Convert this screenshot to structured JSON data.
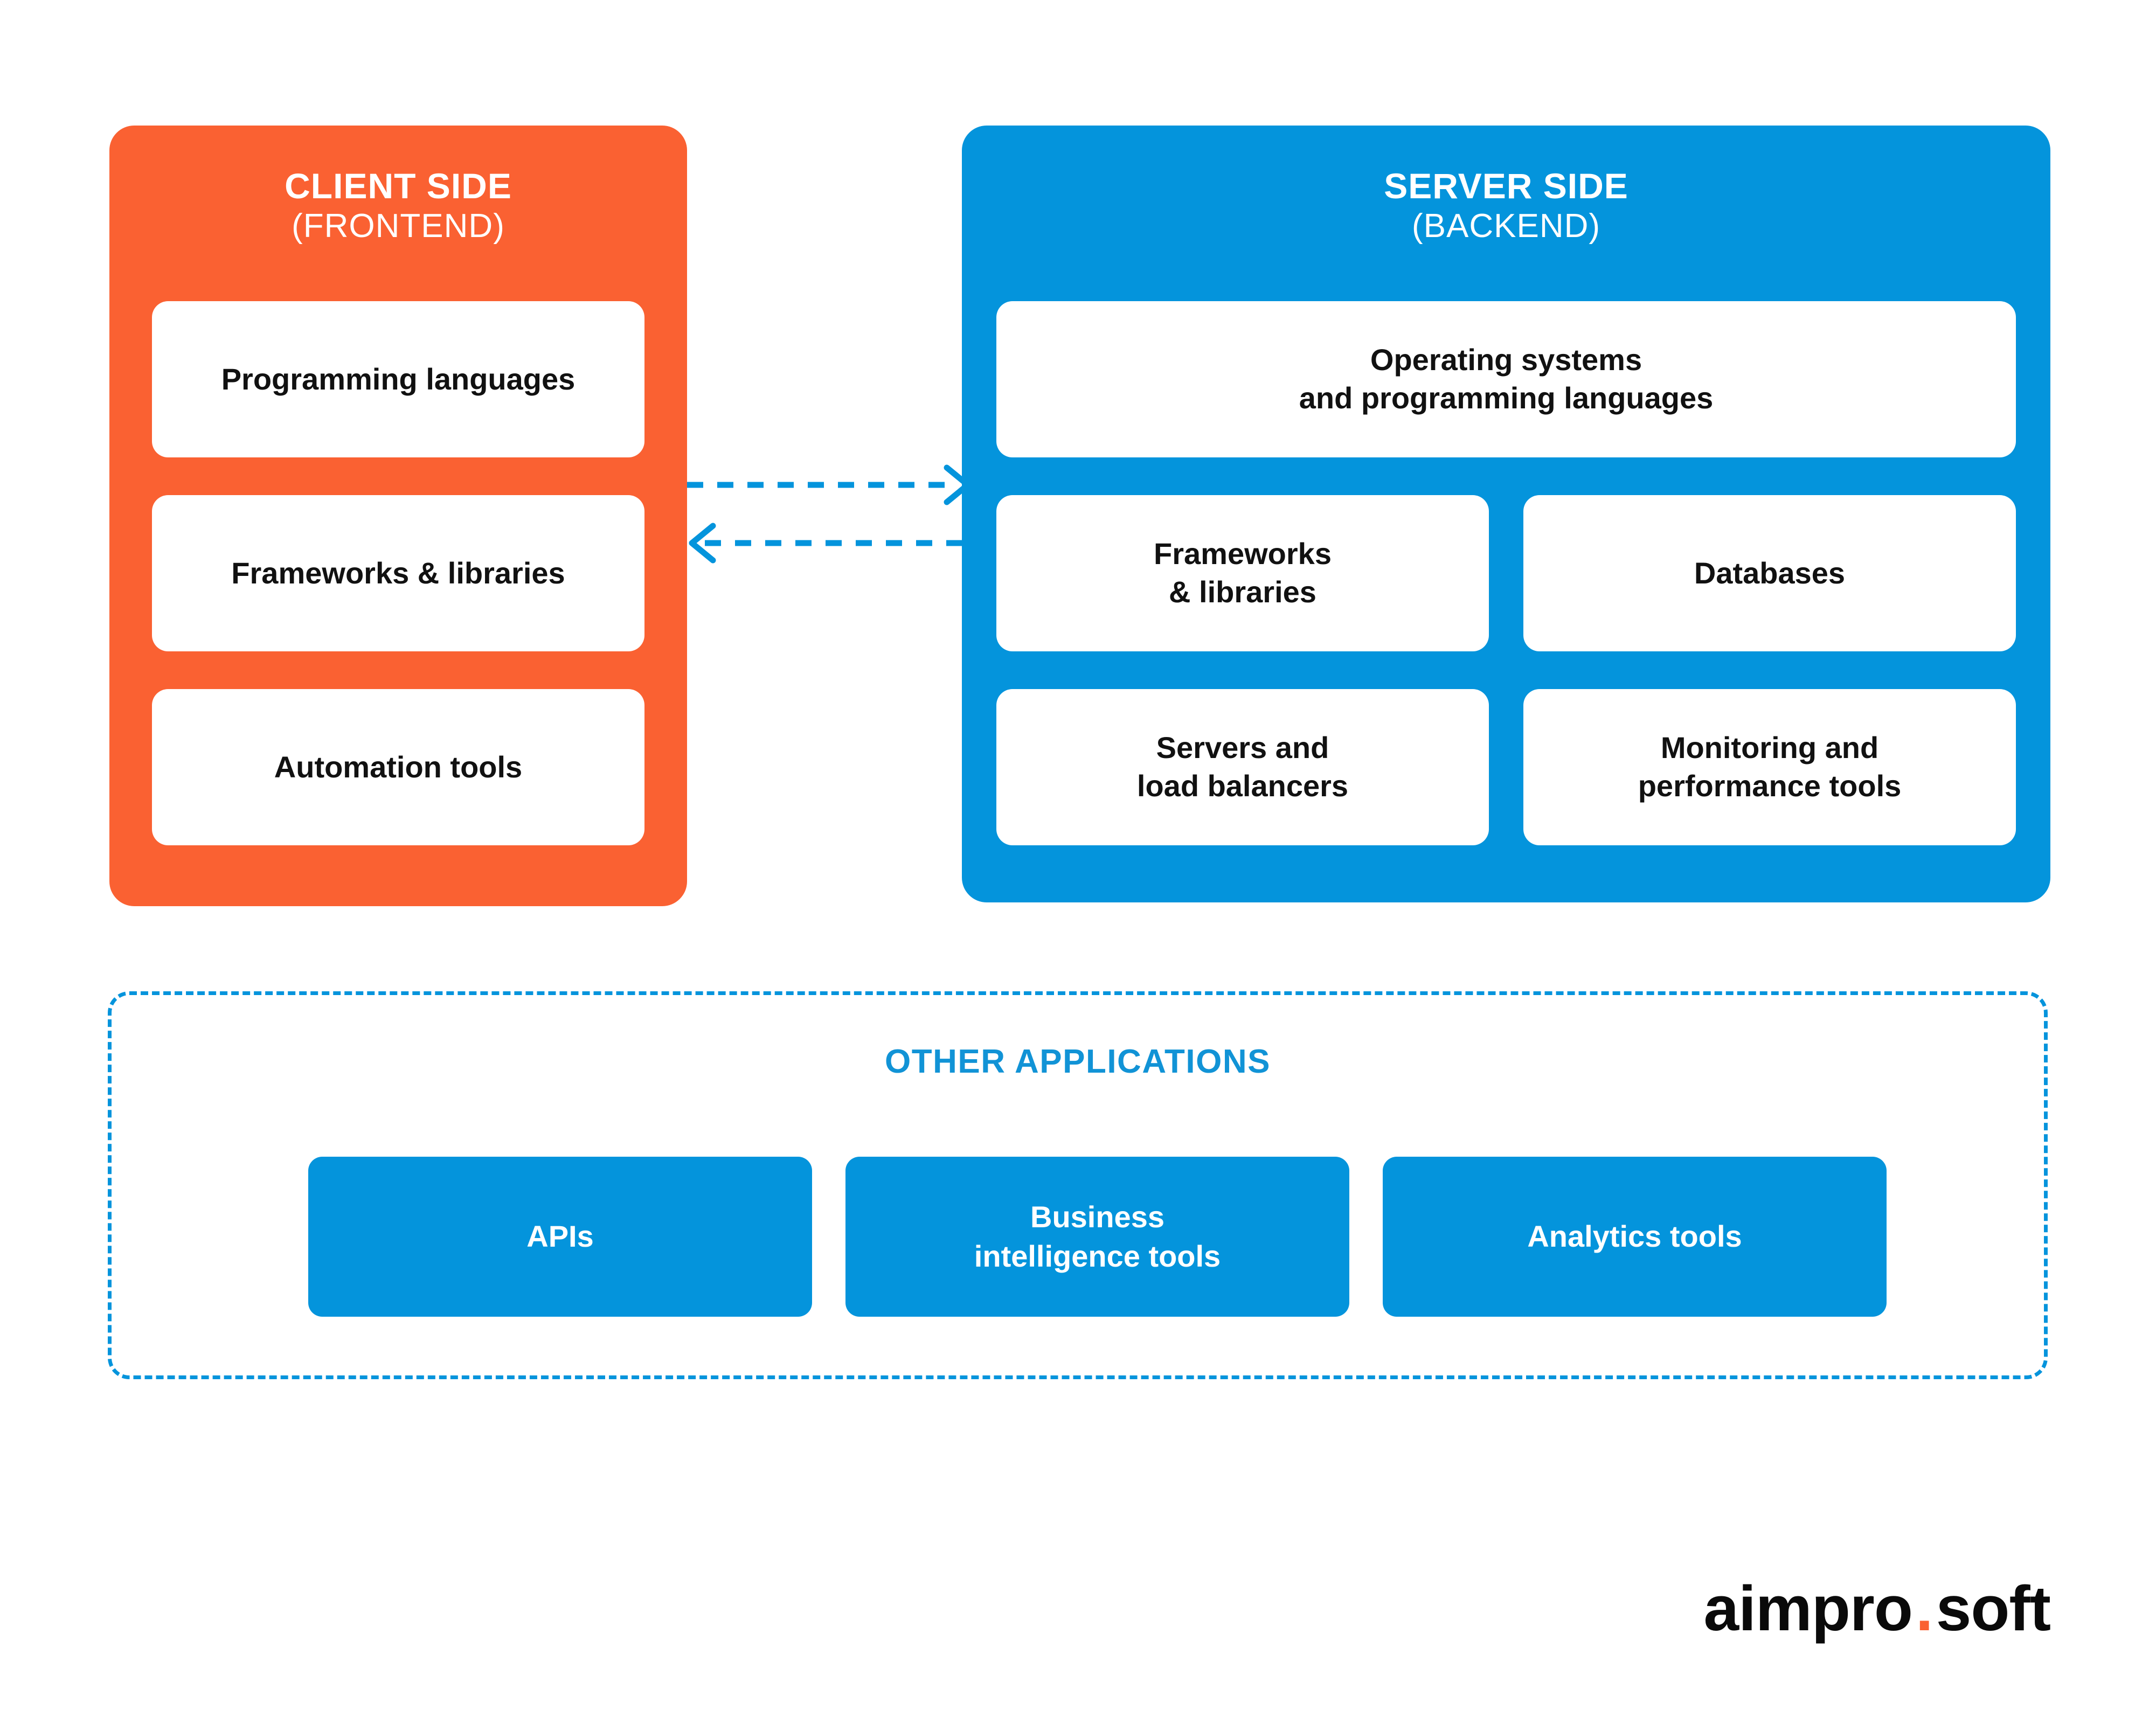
{
  "diagram": {
    "title_visible": false,
    "colors": {
      "client_panel": "#FA6132",
      "server_panel": "#0494DC",
      "accent_blue": "#0494DC",
      "card_bg": "#FFFFFF",
      "card_text": "#111111",
      "other_apps_heading": "#1193D6",
      "logo_dot": "#FA6132"
    },
    "client_side": {
      "title_main": "CLIENT SIDE",
      "title_sub": "(FRONTEND)",
      "cards": [
        {
          "label": "Programming languages"
        },
        {
          "label": "Frameworks & libraries"
        },
        {
          "label": "Automation tools"
        }
      ]
    },
    "server_side": {
      "title_main": "SERVER SIDE",
      "title_sub": "(BACKEND)",
      "wide_card": {
        "label": "Operating systems\nand programming languages"
      },
      "grid_cards": [
        {
          "label": "Frameworks\n& libraries"
        },
        {
          "label": "Databases"
        },
        {
          "label": "Servers and\nload balancers"
        },
        {
          "label": "Monitoring and\nperformance tools"
        }
      ]
    },
    "connectors": [
      {
        "name": "client-to-server-arrow",
        "direction": "right",
        "style": "dashed"
      },
      {
        "name": "server-to-client-arrow",
        "direction": "left",
        "style": "dashed"
      }
    ],
    "other_applications": {
      "heading": "OTHER APPLICATIONS",
      "chips": [
        {
          "label": "APIs"
        },
        {
          "label": "Business\nintelligence tools"
        },
        {
          "label": "Analytics tools"
        }
      ]
    },
    "logo": {
      "part1": "aimpro",
      "dot": ".",
      "part2": "soft"
    }
  }
}
